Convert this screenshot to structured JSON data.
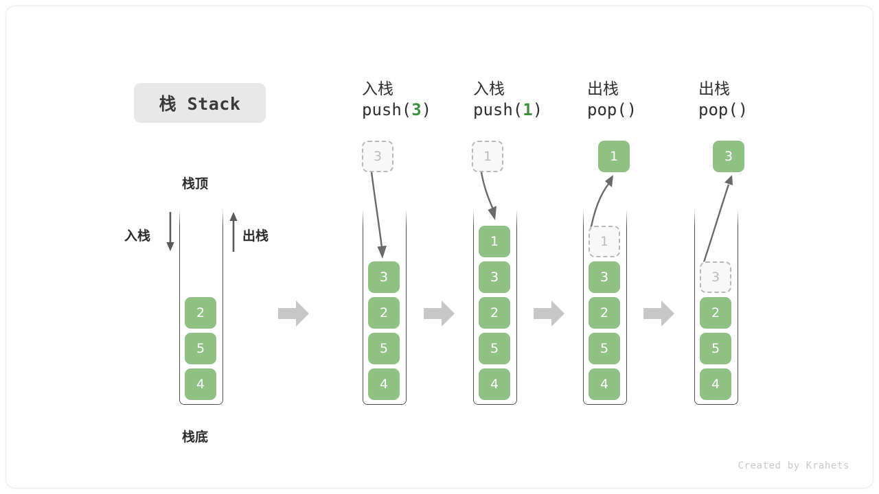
{
  "figure": {
    "title_chip": "栈 Stack",
    "credit": "Created by Krahets",
    "accent_green": "#8ec183",
    "accent_green_text": "#3c9040",
    "arrow_grey": "#c7c7c7",
    "line_dark": "#4b4b4b",
    "ghost_fill": "#f7f8f7",
    "ghost_border": "#b8b8b8"
  },
  "labels": {
    "top": "栈顶",
    "bottom": "栈底",
    "push_side": "入栈",
    "pop_side": "出栈"
  },
  "columns": [
    {
      "id": "initial",
      "header_cn": "",
      "header_code": "",
      "stack": [
        "2",
        "5",
        "4"
      ],
      "floating": null,
      "ghost_in_stack": null
    },
    {
      "id": "push-3",
      "header_cn": "入栈",
      "header_code_prefix": "push(",
      "header_code_arg": "3",
      "header_code_suffix": ")",
      "stack": [
        "3",
        "2",
        "5",
        "4"
      ],
      "floating": {
        "value": "3",
        "style": "ghost"
      },
      "ghost_in_stack": null
    },
    {
      "id": "push-1",
      "header_cn": "入栈",
      "header_code_prefix": "push(",
      "header_code_arg": "1",
      "header_code_suffix": ")",
      "stack": [
        "1",
        "3",
        "2",
        "5",
        "4"
      ],
      "floating": {
        "value": "1",
        "style": "ghost"
      },
      "ghost_in_stack": null
    },
    {
      "id": "pop-1",
      "header_cn": "出栈",
      "header_code_prefix": "pop(",
      "header_code_arg": "",
      "header_code_suffix": ")",
      "stack": [
        "1",
        "3",
        "2",
        "5",
        "4"
      ],
      "floating": {
        "value": "1",
        "style": "solid"
      },
      "ghost_in_stack": "1"
    },
    {
      "id": "pop-3",
      "header_cn": "出栈",
      "header_code_prefix": "pop(",
      "header_code_arg": "",
      "header_code_suffix": ")",
      "stack": [
        "3",
        "2",
        "5",
        "4"
      ],
      "floating": {
        "value": "3",
        "style": "solid"
      },
      "ghost_in_stack": "3"
    }
  ]
}
